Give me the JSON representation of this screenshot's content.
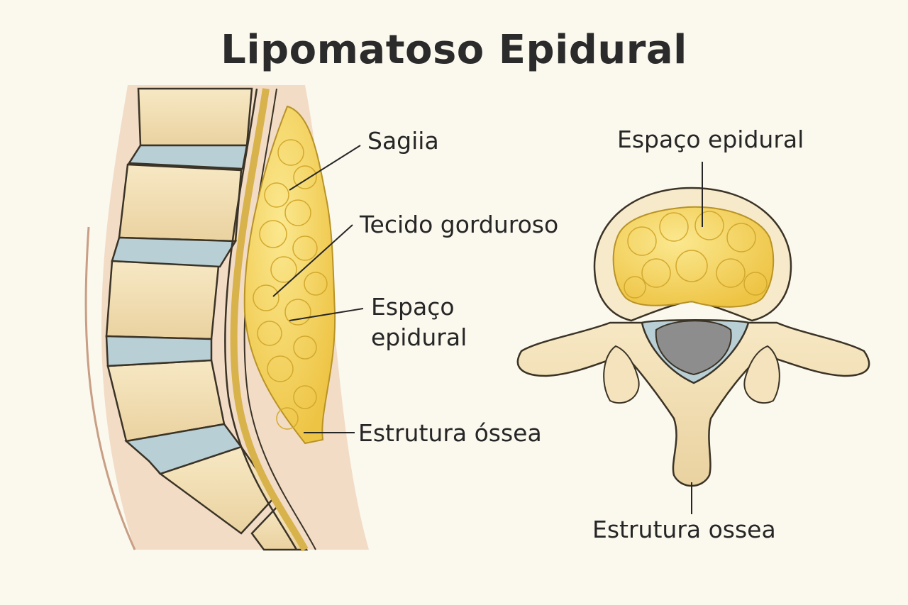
{
  "title": "Lipomatoso Epidural",
  "sagittal": {
    "labels": {
      "sagiia": "Sagiia",
      "tecido": "Tecido gorduroso",
      "espaco_line1": "Espaço",
      "espaco_line2": "epidural",
      "estrutura": "Estrutura óssea"
    }
  },
  "axial": {
    "labels": {
      "espaco": "Espaço epidural",
      "estrutura": "Estrutura ossea"
    }
  },
  "colors": {
    "background": "#fbf8ee",
    "bone": "#f2dfb4",
    "disc": "#b8cfd6",
    "fat": "#f2cf55",
    "cord": "#8d8d8d",
    "outline": "#3a3326"
  }
}
